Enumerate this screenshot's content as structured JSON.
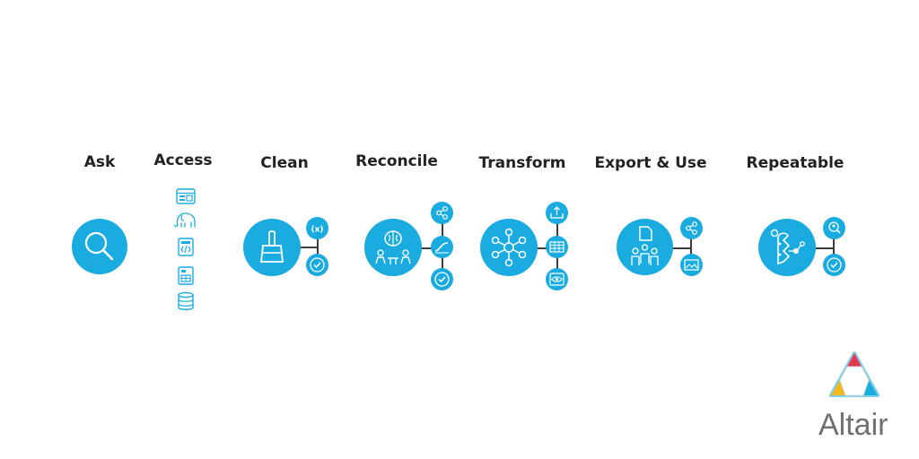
{
  "steps": [
    {
      "label": "Ask"
    },
    {
      "label": "Access"
    },
    {
      "label": "Clean"
    },
    {
      "label": "Reconcile"
    },
    {
      "label": "Transform"
    },
    {
      "label": "Export & Use"
    },
    {
      "label": "Repeatable"
    }
  ],
  "icons": {
    "ask": "magnifier-icon",
    "access": [
      "browser-window-icon",
      "hadoop-elephant-icon",
      "xml-file-icon",
      "spreadsheet-file-icon",
      "database-icon"
    ],
    "clean": [
      "broom-icon",
      "variable-x-icon",
      "checkmark-icon"
    ],
    "reconcile": [
      "brain-people-icon",
      "share-icon",
      "curve-icon",
      "checkmark-icon"
    ],
    "transform": [
      "network-nodes-icon",
      "upload-icon",
      "table-icon",
      "eye-icon"
    ],
    "export": [
      "document-people-icon",
      "share-icon",
      "image-icon"
    ],
    "repeatable": [
      "robot-icon",
      "search-person-icon",
      "checkmark-icon"
    ]
  },
  "logo": {
    "text": "Altair"
  },
  "colors": {
    "accent": "#1aabe0",
    "connector": "#3d3d3d",
    "logo_text": "#6f6f6f"
  }
}
